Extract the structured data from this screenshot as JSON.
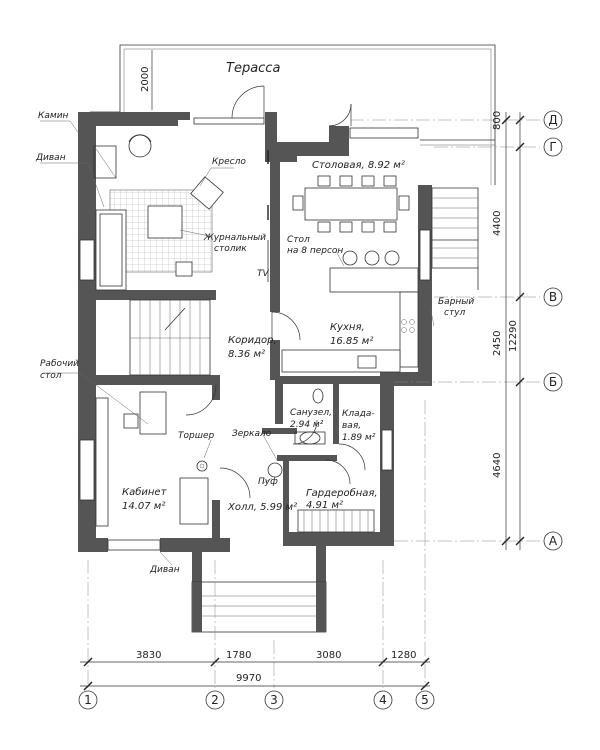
{
  "rooms": {
    "terrace": "Терасса",
    "dining": "Столовая, 8.92 м²",
    "kitchen_name": "Кухня,",
    "kitchen_area": "16.85 м²",
    "corridor_name": "Коридор,",
    "corridor_area": "8.36 м²",
    "study_name": "Кабинет",
    "study_area": "14.07 м²",
    "bath_name": "Санузел,",
    "bath_area": "2.94 м²",
    "pantry_1": "Клада-",
    "pantry_2": "вая,",
    "pantry_3": "1.89 м²",
    "hall": "Холл, 5.99 м²",
    "wardrobe_name": "Гардеробная,",
    "wardrobe_area": "4.91 м²"
  },
  "labels": {
    "fireplace": "Камин",
    "sofa": "Диван",
    "armchair": "Кресло",
    "coffee_table_1": "Журнальный",
    "coffee_table_2": "столик",
    "tv": "TV",
    "table_1": "Стол",
    "table_2": "на 8 персон",
    "bar_stool_1": "Барный",
    "bar_stool_2": "стул",
    "desk_1": "Рабочий",
    "desk_2": "стол",
    "floor_lamp": "Торшер",
    "mirror": "Зеркало",
    "pouf": "Пуф",
    "sofa_bottom": "Диван"
  },
  "dimensions": {
    "terrace_depth": "2000",
    "bottom": [
      "3830",
      "1780",
      "3080",
      "1280"
    ],
    "total_width": "9970",
    "right": [
      "800",
      "4400",
      "2450",
      "4640"
    ],
    "total_height": "12290"
  },
  "axes": {
    "columns": [
      "1",
      "2",
      "3",
      "4",
      "5"
    ],
    "rows": [
      "Д",
      "Г",
      "В",
      "Б",
      "А"
    ]
  }
}
